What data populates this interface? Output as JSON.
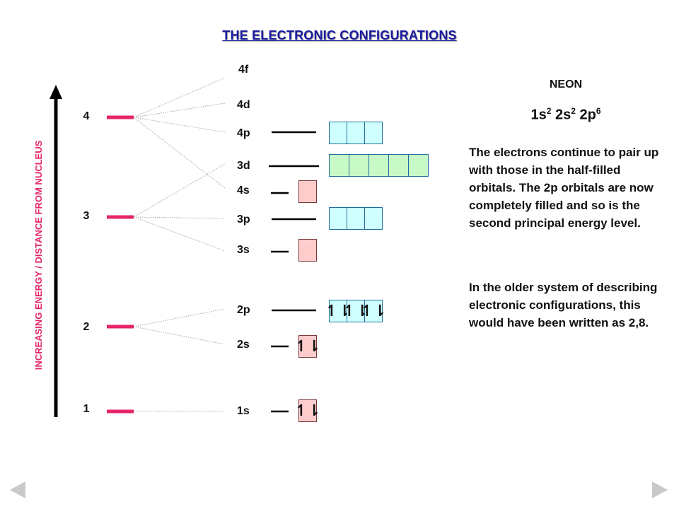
{
  "title": "THE ELECTRONIC CONFIGURATIONS",
  "axis_label": "INCREASING ENERGY / DISTANCE FROM NUCLEUS",
  "levels": [
    "4",
    "3",
    "2",
    "1"
  ],
  "sublevels": {
    "s4f": "4f",
    "s4d": "4d",
    "s4p": "4p",
    "s3d": "3d",
    "s4s": "4s",
    "s3p": "3p",
    "s3s": "3s",
    "s2p": "2p",
    "s2s": "2s",
    "s1s": "1s"
  },
  "electron_pair": "↿⇂",
  "element": "NEON",
  "config": {
    "s1": "1s",
    "e1": "2",
    "s2": "2s",
    "e2": "2",
    "s3": "2p",
    "e3": "6"
  },
  "paragraph1": "The electrons continue to pair up with those in the half-filled orbitals. The 2p orbitals are now completely filled and so is the second principal energy level.",
  "paragraph2": "In the older system of describing electronic configurations, this would have been written as 2,8.",
  "colors": {
    "title": "#1a1aa0",
    "level_bar": "#e6246a",
    "p_box": "#cfffff",
    "d_box": "#c8fac8",
    "s_box": "#ffcccc"
  }
}
